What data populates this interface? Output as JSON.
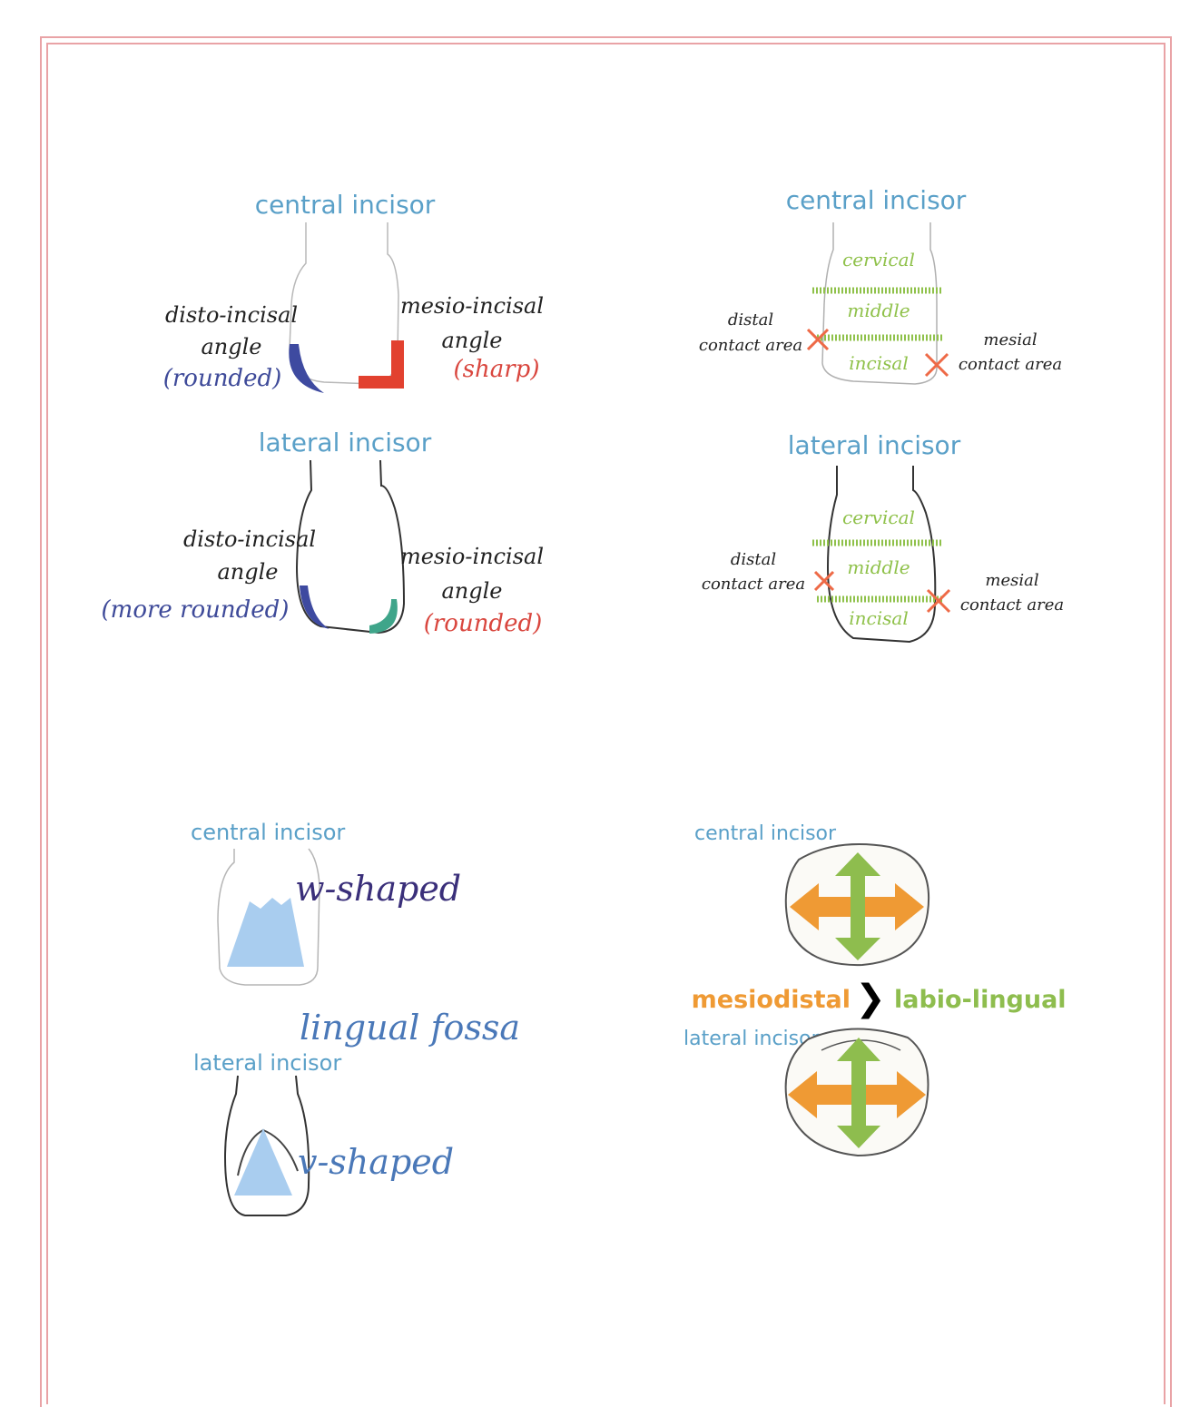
{
  "colors": {
    "frame": "#e9a3a6",
    "title_blue": "#5aa0c8",
    "label_black": "#222222",
    "label_navy": "#3e4a99",
    "label_red": "#d9463e",
    "zone_green": "#8fc14a",
    "contact_orange": "#ee6a47",
    "fossa_blue": "#a9cdef",
    "w_purple": "#3a2f7a",
    "lingual_blue": "#4a78b8",
    "arrow_orange": "#ef9a34",
    "arrow_green": "#8ebd4e",
    "angle_rounded_navy": "#3e4aa0",
    "angle_sharp_red": "#e2412f",
    "angle_rounded_teal": "#3fa58a"
  },
  "panel_angles": {
    "central": {
      "title": "central incisor",
      "left_label": [
        "disto-incisal",
        "angle",
        "(rounded)"
      ],
      "right_label": [
        "mesio-incisal",
        "angle",
        "(sharp)"
      ]
    },
    "lateral": {
      "title": "lateral incisor",
      "left_label": [
        "disto-incisal",
        "angle",
        "(more rounded)"
      ],
      "right_label": [
        "mesio-incisal",
        "angle",
        "(rounded)"
      ]
    }
  },
  "panel_contacts": {
    "central": {
      "title": "central incisor",
      "zones": [
        "cervical",
        "middle",
        "incisal"
      ],
      "distal": [
        "distal",
        "contact area"
      ],
      "mesial": [
        "mesial",
        "contact area"
      ]
    },
    "lateral": {
      "title": "lateral incisor",
      "zones": [
        "cervical",
        "middle",
        "incisal"
      ],
      "distal": [
        "distal",
        "contact area"
      ],
      "mesial": [
        "mesial",
        "contact area"
      ]
    }
  },
  "panel_fossa": {
    "central_title": "central incisor",
    "central_shape": "w-shaped",
    "middle_label": "lingual fossa",
    "lateral_title": "lateral incisor",
    "lateral_shape": "v-shaped"
  },
  "panel_dimensions": {
    "central_title": "central incisor",
    "lateral_title": "lateral incisor",
    "mesiodistal": "mesiodistal",
    "comparison": "❯",
    "labio_lingual": "labio-lingual"
  }
}
